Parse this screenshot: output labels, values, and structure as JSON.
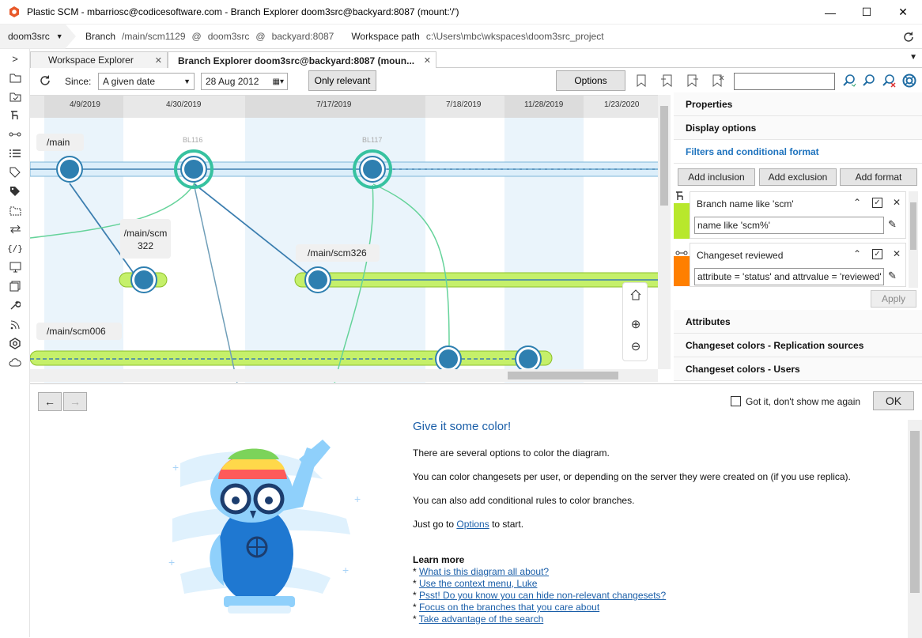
{
  "window": {
    "title": "Plastic SCM - mbarriosc@codicesoftware.com - Branch Explorer doom3src@backyard:8087 (mount:'/')",
    "minimize_glyph": "—",
    "maximize_glyph": "☐",
    "close_glyph": "✕"
  },
  "workspace_bar": {
    "workspace": "doom3src",
    "branch_label": "Branch",
    "branch_value": "/main/scm1129",
    "at1": "@",
    "repo": "doom3src",
    "at2": "@",
    "server": "backyard:8087",
    "path_label": "Workspace path",
    "path_value": "c:\\Users\\mbc\\wkspaces\\doom3src_project"
  },
  "rail": {
    "expand": ">",
    "icons": [
      "folder-icon",
      "pending-changes-icon",
      "branches-icon",
      "changesets-icon",
      "list-icon",
      "labels-icon",
      "attributes-icon",
      "shelves-icon",
      "sync-icon",
      "code-review-icon",
      "workspaces-icon",
      "repositories-icon",
      "settings-icon",
      "rss-icon",
      "plastic-logo-icon",
      "cloud-icon"
    ]
  },
  "tabs": [
    {
      "label": "Workspace Explorer",
      "close": "✕"
    },
    {
      "label": "Branch Explorer doom3src@backyard:8087 (moun...",
      "close": "✕"
    }
  ],
  "toolbar": {
    "since_label": "Since:",
    "since_value": "A given date",
    "date_value": "28 Aug 2012",
    "only_relevant": "Only relevant",
    "options": "Options",
    "search_placeholder": ""
  },
  "diagram": {
    "dates": [
      "4/9/2019",
      "4/30/2019",
      "7/17/2019",
      "7/18/2019",
      "11/28/2019",
      "1/23/2020"
    ],
    "branches": {
      "main": "/main",
      "scm322_line1": "/main/scm",
      "scm322_line2": "322",
      "scm326": "/main/scm326",
      "scm006": "/main/scm006"
    },
    "labels": [
      "BL116",
      "BL117"
    ],
    "colors": {
      "main_line": "#8cc3e0",
      "green_branch": "#c5f06a",
      "node": "#2e7fb0",
      "label_ring": "#37c2a0"
    }
  },
  "right_panel": {
    "sections": {
      "properties": "Properties",
      "display_options": "Display options",
      "filters": "Filters and conditional format",
      "attributes": "Attributes",
      "replication": "Changeset colors - Replication sources",
      "users": "Changeset colors - Users"
    },
    "buttons": {
      "add_inclusion": "Add inclusion",
      "add_exclusion": "Add exclusion",
      "add_format": "Add format",
      "apply": "Apply"
    },
    "rules": [
      {
        "name": "Branch name like 'scm'",
        "expr": "name like 'scm%'",
        "color": "#b8e82c"
      },
      {
        "name": "Changeset reviewed",
        "expr": "attribute = 'status' and attrvalue = 'reviewed'",
        "color": "#ff7f00"
      }
    ]
  },
  "help": {
    "dont_show": "Got it, don't show me again",
    "ok": "OK",
    "title": "Give it some color!",
    "p1": "There are several options to color the diagram.",
    "p2": "You can color changesets per user, or depending on the server they were created on (if you use replica).",
    "p3": "You can also add conditional rules to color branches.",
    "p4_pre": "Just go to ",
    "p4_link": "Options",
    "p4_post": " to start.",
    "learn_more": "Learn more",
    "links": [
      "What is this diagram all about?",
      "Use the context menu, Luke",
      "Psst! Do you know you can hide non-relevant changesets?",
      "Focus on the branches that you care about",
      "Take advantage of the search"
    ]
  }
}
